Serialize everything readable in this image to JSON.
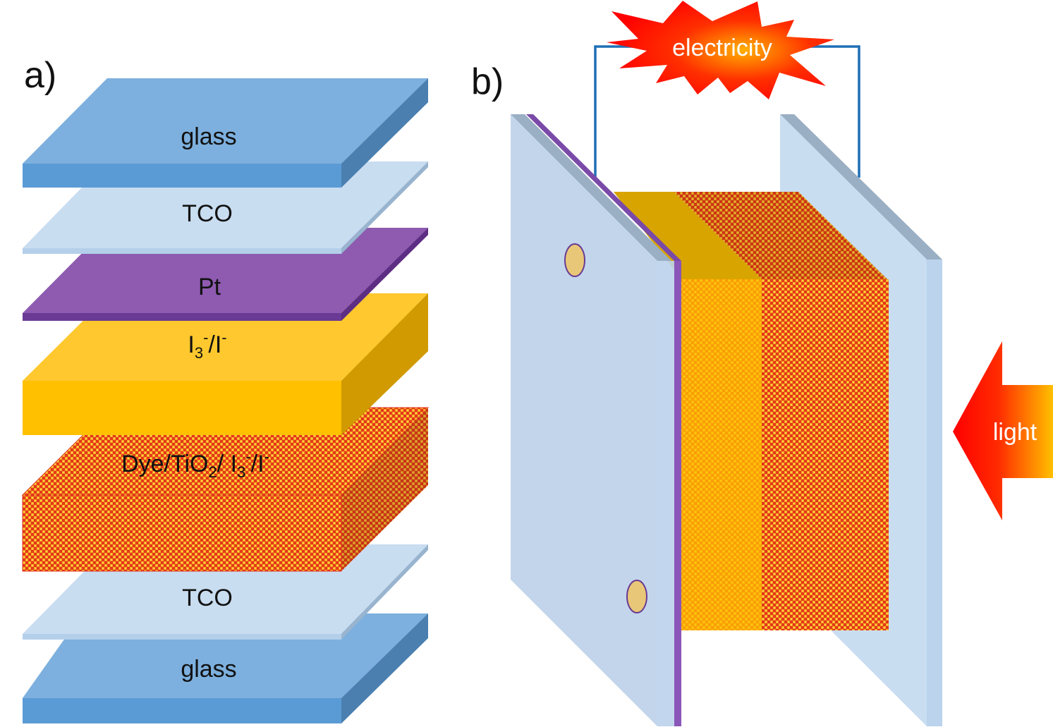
{
  "panel_a": {
    "label": "a)",
    "layers": {
      "glass_top": "glass",
      "tco_top": "TCO",
      "pt": "Pt",
      "electrolyte_base": "I",
      "electrolyte_sub": "3",
      "electrolyte_sup1": "-",
      "electrolyte_mid": "/I",
      "electrolyte_sup2": "-",
      "dye_base": "Dye/TiO",
      "dye_sub1": "2",
      "dye_mid1": "/ I",
      "dye_sub2": "3",
      "dye_sup1": "-",
      "dye_mid2": "/I",
      "dye_sup2": "-",
      "tco_bottom": "TCO",
      "glass_bottom": "glass"
    }
  },
  "panel_b": {
    "label": "b)",
    "electricity_label": "electricity",
    "light_label": "light"
  },
  "colors": {
    "glass": "#5B9BD5",
    "tco": "#C9DDF1",
    "pt": "#8E5BB0",
    "electrolyte": "#FFC82E",
    "dye": "#E0301E",
    "wire": "#1F6FB5"
  }
}
